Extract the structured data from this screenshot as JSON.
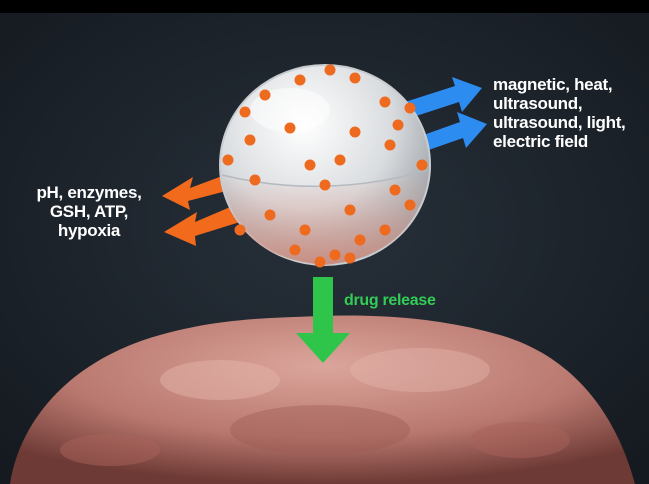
{
  "labels": {
    "internal_stimuli": "pH, enzymes,\nGSH, ATP,\nhypoxia",
    "external_stimuli": "magnetic, heat,\nultrasound,\nultrasound, light,\nelectric field",
    "drug_release": "drug release"
  },
  "colors": {
    "background": "#1a1f26",
    "internal_arrow": "#f26a1b",
    "external_arrow": "#2d8cf0",
    "release_arrow": "#2fc44a",
    "nanoparticle": "#e6e8ea",
    "surface_dots": "#ee6a1e",
    "tissue": "#c98a82"
  }
}
